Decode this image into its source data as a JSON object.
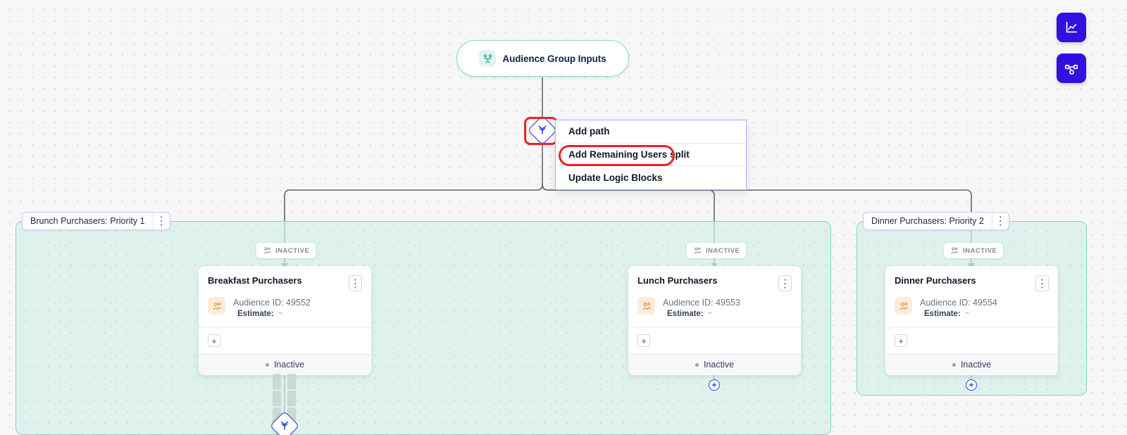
{
  "canvas": {
    "background_color": "#f7f7f7",
    "dot_color": "#d9d9d9"
  },
  "root_node": {
    "label": "Audience Group Inputs",
    "icon": "audience-group-icon",
    "border_color": "#7fd9cd"
  },
  "split_node": {
    "icon": "split-icon",
    "accent_color": "#2f44d6",
    "highlight_color": "#ef2020"
  },
  "context_menu": {
    "items": [
      {
        "label": "Add path",
        "highlighted": false
      },
      {
        "label": "Add Remaining Users split",
        "highlighted": true
      },
      {
        "label": "Update Logic Blocks",
        "highlighted": false
      }
    ]
  },
  "groups": [
    {
      "label": "Brunch Purchasers: Priority 1",
      "kebab": "⋮"
    },
    {
      "label": "Dinner Purchasers: Priority 2",
      "kebab": "⋮"
    }
  ],
  "badges": {
    "inactive_label": "INACTIVE",
    "icon": "audience-icon"
  },
  "cards": [
    {
      "title": "Breakfast Purchasers",
      "audience_id": "Audience ID: 49552",
      "estimate_label": "Estimate:",
      "estimate_value": "~",
      "status": "Inactive",
      "kebab": "⋮",
      "add_label": "+",
      "icon": "audience-icon"
    },
    {
      "title": "Lunch Purchasers",
      "audience_id": "Audience ID: 49553",
      "estimate_label": "Estimate:",
      "estimate_value": "~",
      "status": "Inactive",
      "kebab": "⋮",
      "add_label": "+",
      "icon": "audience-icon"
    },
    {
      "title": "Dinner Purchasers",
      "audience_id": "Audience ID: 49554",
      "estimate_label": "Estimate:",
      "estimate_value": "~",
      "status": "Inactive",
      "kebab": "⋮",
      "add_label": "+",
      "icon": "audience-icon"
    }
  ],
  "add_buttons": {
    "label": "+"
  },
  "toolbar": {
    "color": "#3111e0",
    "buttons": [
      {
        "icon": "analytics-chart-icon"
      },
      {
        "icon": "node-graph-icon"
      }
    ]
  }
}
